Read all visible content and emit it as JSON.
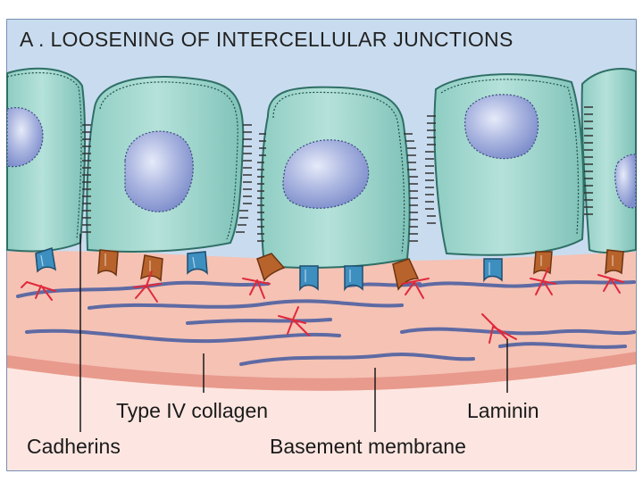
{
  "panel_title": "A . LOOSENING OF INTERCELLULAR JUNCTIONS",
  "labels": {
    "type_iv_collagen": "Type IV collagen",
    "laminin": "Laminin",
    "cadherins": "Cadherins",
    "basement_membrane": "Basement membrane"
  },
  "colors": {
    "background_sky": "#c9dcef",
    "cell_fill": "#a9dad3",
    "cell_stroke": "#2f6f66",
    "nucleus_fill": "#a9b5df",
    "tissue_fill": "#f5c2b4",
    "membrane_band": "#e89a8c",
    "collagen_fiber": "#5e6aa3",
    "laminin": "#e0293b",
    "cadherin_blue": "#3d8fc0",
    "cadherin_brown": "#b8632c",
    "frame": "#4a6a9a"
  }
}
